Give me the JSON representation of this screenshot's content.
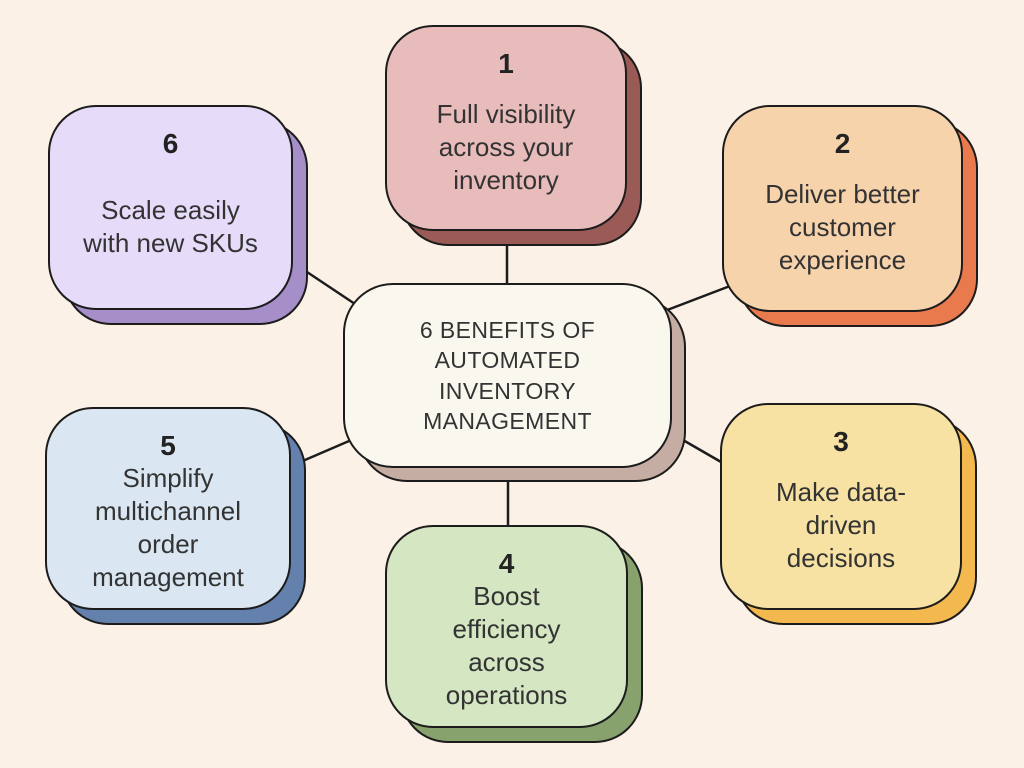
{
  "canvas": {
    "background": "#FCF1E6",
    "outline": "#1C1C1C",
    "line_color": "#1C1C1C",
    "text_color": "#333333",
    "number_color": "#222222"
  },
  "center_node": {
    "title": "6 BENEFITS OF AUTOMATED INVENTORY MANAGEMENT",
    "title_lines": [
      "6 BENEFITS OF",
      "AUTOMATED",
      "INVENTORY",
      "MANAGEMENT"
    ],
    "fill": "#FAF7EF",
    "shadow": "#C5ADA3"
  },
  "nodes": [
    {
      "number": "1",
      "label": "Full visibility across your inventory",
      "label_lines": [
        "Full visibility",
        "across your",
        "inventory"
      ],
      "fill": "#E9BCBC",
      "shadow": "#9A5A56"
    },
    {
      "number": "2",
      "label": "Deliver better customer experience",
      "label_lines": [
        "Deliver better",
        "customer",
        "experience"
      ],
      "fill": "#F7D3AC",
      "shadow": "#E87A4E"
    },
    {
      "number": "3",
      "label": "Make data-driven decisions",
      "label_lines": [
        "Make data-",
        "driven",
        "decisions"
      ],
      "fill": "#F7E2A3",
      "shadow": "#F3B84E"
    },
    {
      "number": "4",
      "label": "Boost efficiency across operations",
      "label_lines": [
        "Boost",
        "efficiency",
        "across",
        "operations"
      ],
      "fill": "#D4E6C2",
      "shadow": "#87A26D"
    },
    {
      "number": "5",
      "label": "Simplify multichannel order management",
      "label_lines": [
        "Simplify",
        "multichannel",
        "order",
        "management"
      ],
      "fill": "#DAE7F2",
      "shadow": "#6480AC"
    },
    {
      "number": "6",
      "label": "Scale easily with new SKUs",
      "label_lines": [
        "Scale easily",
        "with new SKUs"
      ],
      "fill": "#E6DBF9",
      "shadow": "#A68FC9"
    }
  ]
}
